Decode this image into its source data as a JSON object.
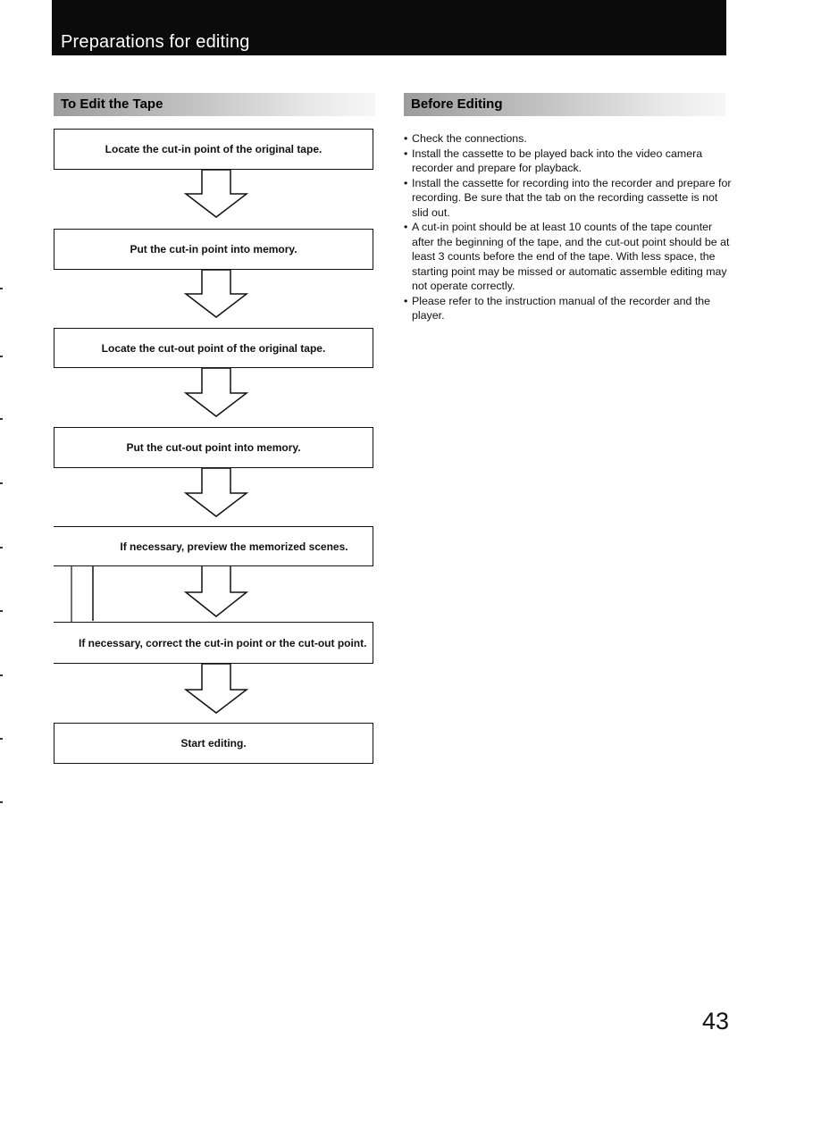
{
  "header": {
    "title": "Preparations for editing"
  },
  "left_section": {
    "heading": "To Edit the Tape",
    "steps": [
      "Locate the cut-in point of the original tape.",
      "Put the cut-in point into memory.",
      "Locate the cut-out point of the original tape.",
      "Put the cut-out point into memory.",
      "If necessary, preview the memorized scenes.",
      "If necessary, correct the cut-in point or the cut-out point.",
      "Start editing."
    ]
  },
  "right_section": {
    "heading": "Before Editing",
    "items": [
      "Check the connections.",
      "Install the cassette to be played back into the video camera recorder and prepare for playback.",
      "Install the cassette for recording into the recorder and prepare for recording.  Be sure that the tab on the recording cassette is not slid out.",
      "A cut-in point should be at least 10 counts of the tape counter after the beginning of the tape, and the cut-out point should be at least 3 counts before the end of the tape.  With less space, the starting point may be missed or automatic assemble editing may not operate correctly.",
      "Please refer to the instruction manual of the recorder and the player."
    ]
  },
  "page_number": "43"
}
